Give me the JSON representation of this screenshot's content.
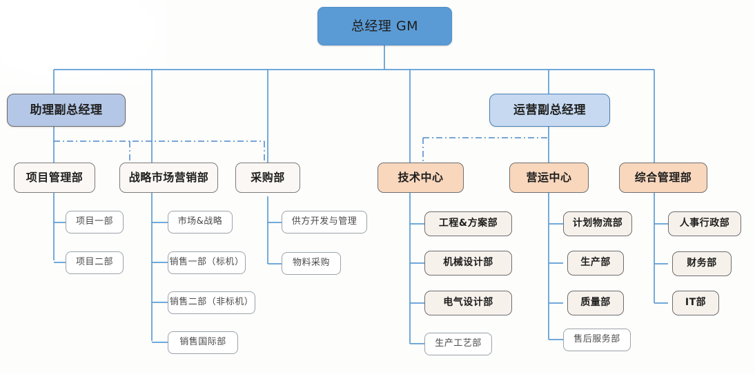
{
  "chart_data": {
    "type": "diagram",
    "title": "",
    "diagram_kind": "organization-chart",
    "orientation": "top-down",
    "colors": {
      "root_fill": "#5b9bd5",
      "vp_assistant_fill": "#b4c7e7",
      "vp_operations_fill": "#c6d9f1",
      "center_fill": "#f8d7bd",
      "dept_fill": "#fbf7f4",
      "leaf_bold_fill": "#f7f1ec",
      "leaf_thin_fill": "#ffffff",
      "connector_line": "#5b9bd5",
      "dashed_line": "#4a86c8",
      "box_border_dark": "#6d6d6d",
      "box_border_light": "#9aa2a8"
    },
    "nodes": {
      "root": {
        "label": "总经理 GM",
        "level": 0
      },
      "vps": [
        {
          "id": "vp-assistant",
          "label": "助理副总经理",
          "level": 1
        },
        {
          "id": "vp-operations",
          "label": "运营副总经理",
          "level": 1
        }
      ],
      "departments": [
        {
          "id": "dept-project",
          "label": "项目管理部",
          "style": "plain"
        },
        {
          "id": "dept-strategy-marketing",
          "label": "战略市场营销部",
          "style": "plain"
        },
        {
          "id": "dept-procurement",
          "label": "采购部",
          "style": "plain"
        },
        {
          "id": "dept-tech-center",
          "label": "技术中心",
          "style": "peach"
        },
        {
          "id": "dept-operations-center",
          "label": "营运中心",
          "style": "peach"
        },
        {
          "id": "dept-general-admin",
          "label": "综合管理部",
          "style": "peach"
        }
      ],
      "leaves": {
        "dept-project": [
          {
            "label": "项目一部",
            "style": "thin"
          },
          {
            "label": "项目二部",
            "style": "thin"
          }
        ],
        "dept-strategy-marketing": [
          {
            "label": "市场&战略",
            "style": "thin"
          },
          {
            "label": "销售一部（标机）",
            "style": "thin"
          },
          {
            "label": "销售二部（非标机）",
            "style": "thin"
          },
          {
            "label": "销售国际部",
            "style": "thin"
          }
        ],
        "dept-procurement": [
          {
            "label": "供方开发与管理",
            "style": "thin"
          },
          {
            "label": "物料采购",
            "style": "thin"
          }
        ],
        "dept-tech-center": [
          {
            "label": "工程&方案部",
            "style": "bold"
          },
          {
            "label": "机械设计部",
            "style": "bold"
          },
          {
            "label": "电气设计部",
            "style": "bold"
          },
          {
            "label": "生产工艺部",
            "style": "thin"
          }
        ],
        "dept-operations-center": [
          {
            "label": "计划物流部",
            "style": "bold"
          },
          {
            "label": "生产部",
            "style": "bold"
          },
          {
            "label": "质量部",
            "style": "bold"
          },
          {
            "label": "售后服务部",
            "style": "thin"
          }
        ],
        "dept-general-admin": [
          {
            "label": "人事行政部",
            "style": "bold"
          },
          {
            "label": "财务部",
            "style": "bold"
          },
          {
            "label": "IT部",
            "style": "bold"
          }
        ]
      }
    },
    "edges": {
      "solid": "root feeds a horizontal bus that drops to six department columns; the two vice-president boxes sit on the far-left and right-centre drops",
      "dash_dot": "dotted-dash advisory links from 助理副总经理 across 项目管理部 / 战略市场营销部 / 采购部, and from 技术中心 column across to 营运中心 column"
    }
  },
  "nodes": {
    "root": {
      "label": "总经理 GM"
    },
    "vp_assistant": {
      "label": "助理副总经理"
    },
    "vp_operations": {
      "label": "运营副总经理"
    },
    "dept_project": {
      "label": "项目管理部"
    },
    "dept_strategy": {
      "label": "战略市场营销部"
    },
    "dept_procurement": {
      "label": "采购部"
    },
    "dept_tech": {
      "label": "技术中心"
    },
    "dept_opcenter": {
      "label": "营运中心"
    },
    "dept_admin": {
      "label": "综合管理部"
    },
    "project_1": {
      "label": "项目一部"
    },
    "project_2": {
      "label": "项目二部"
    },
    "mkt_1": {
      "label": "市场&战略"
    },
    "mkt_2": {
      "label": "销售一部（标机）"
    },
    "mkt_3": {
      "label": "销售二部（非标机）"
    },
    "mkt_4": {
      "label": "销售国际部"
    },
    "proc_1": {
      "label": "供方开发与管理"
    },
    "proc_2": {
      "label": "物料采购"
    },
    "tech_1": {
      "label": "工程&方案部"
    },
    "tech_2": {
      "label": "机械设计部"
    },
    "tech_3": {
      "label": "电气设计部"
    },
    "tech_4": {
      "label": "生产工艺部"
    },
    "ops_1": {
      "label": "计划物流部"
    },
    "ops_2": {
      "label": "生产部"
    },
    "ops_3": {
      "label": "质量部"
    },
    "ops_4": {
      "label": "售后服务部"
    },
    "adm_1": {
      "label": "人事行政部"
    },
    "adm_2": {
      "label": "财务部"
    },
    "adm_3": {
      "label": "IT部"
    }
  }
}
